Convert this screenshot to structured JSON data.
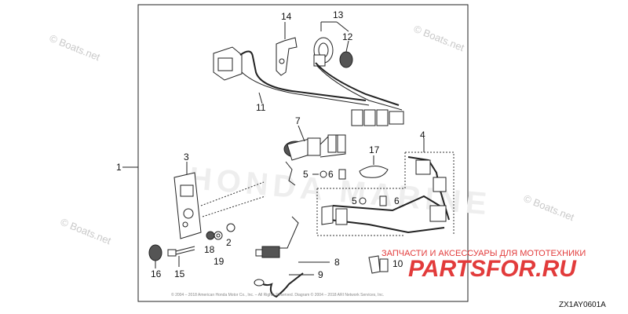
{
  "watermarks": {
    "site": "© Boats.net",
    "brand": "HONDA MARINE",
    "shop": "ЗАПЧАСТИ И АКСЕССУАРЫ ДЛЯ МОТОТЕХНИКИ",
    "shop_logo": "PARTSFOR.RU"
  },
  "diagram": {
    "code": "ZX1AY0601A",
    "copyright": "© 2004 – 2018 American Honda Motor Co., Inc. – All Rights Reserved. Diagram © 2004 – 2018 ARI Network Services, Inc."
  },
  "callouts": {
    "c1": "1",
    "c2": "2",
    "c3": "3",
    "c4": "4",
    "c5a": "5",
    "c5b": "5",
    "c6a": "6",
    "c6b": "6",
    "c7": "7",
    "c8": "8",
    "c9": "9",
    "c10": "10",
    "c11": "11",
    "c12": "12",
    "c13": "13",
    "c14": "14",
    "c15": "15",
    "c16": "16",
    "c17": "17",
    "c18": "18",
    "c19": "19"
  },
  "colors": {
    "line": "#222222",
    "watermark": "#c9c9c9",
    "brand_red": "#e23b3b"
  }
}
